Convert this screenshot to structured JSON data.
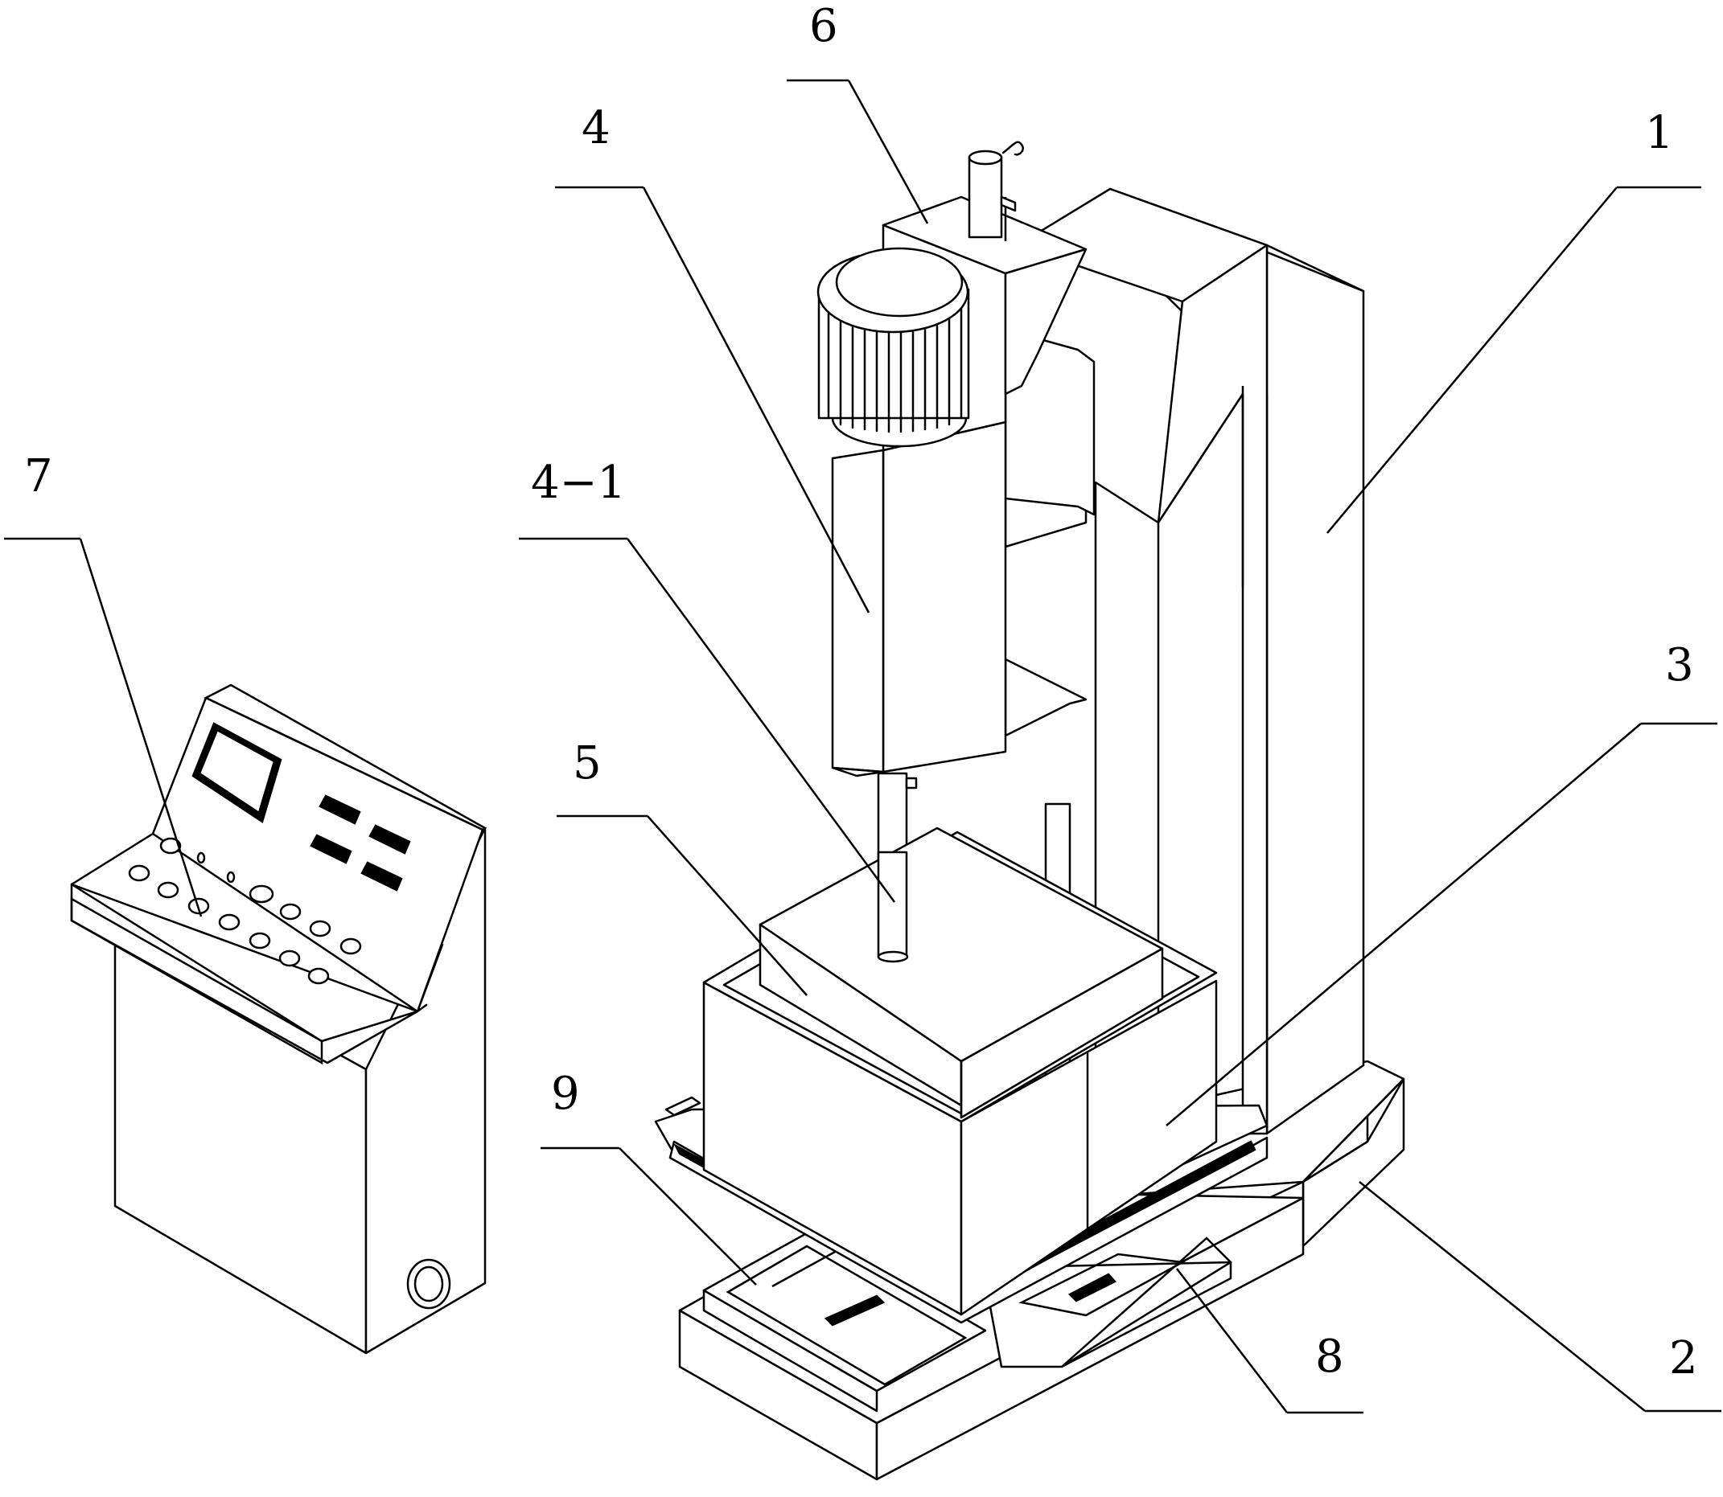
{
  "labels": {
    "l1": "1",
    "l2": "2",
    "l3": "3",
    "l4": "4",
    "l4_1": "4−1",
    "l5": "5",
    "l6": "6",
    "l7": "7",
    "l8": "8",
    "l9": "9"
  }
}
